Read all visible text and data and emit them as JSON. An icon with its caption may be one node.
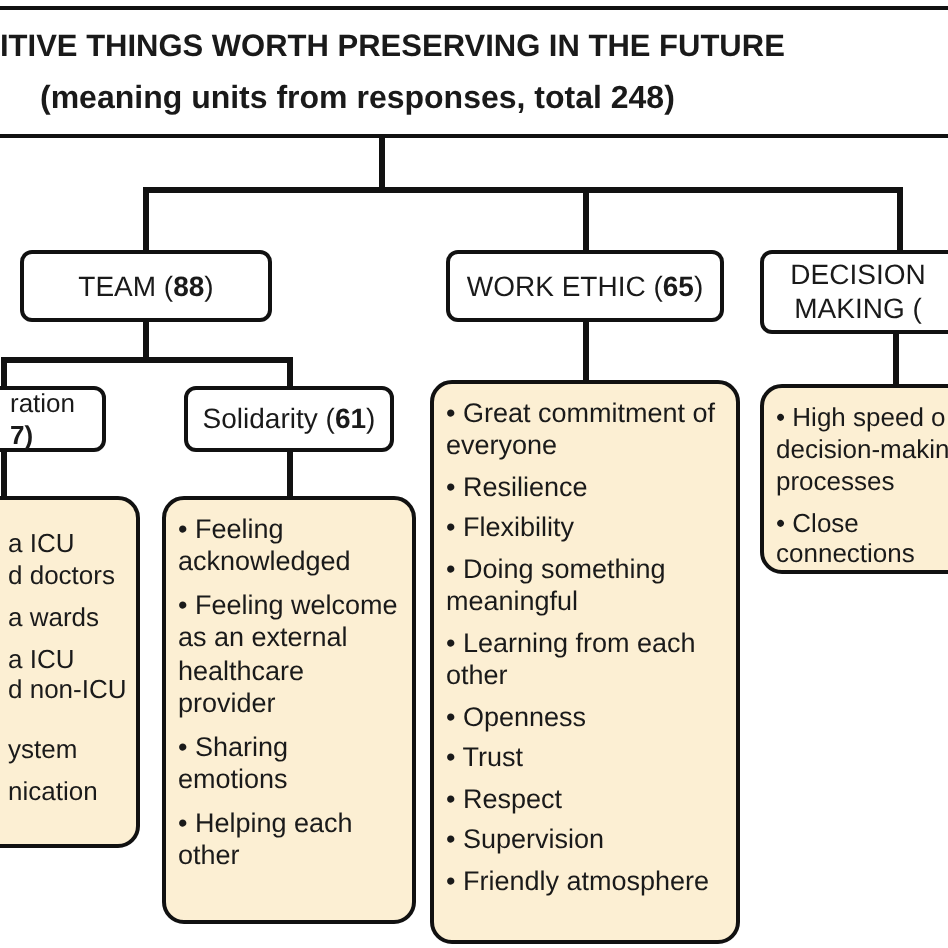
{
  "diagram": {
    "nodes": [
      {
        "text": [
          "ITIVE THINGS WORTH PRESERVING IN THE FUTURE",
          "(meaning units from responses, total 248)"
        ]
      },
      {
        "text": [
          "TEAM (**88**)"
        ]
      },
      {
        "text": [
          "WORK ETHIC (**65**)"
        ]
      },
      {
        "text": [
          "DECISION MAKING ("
        ]
      },
      {
        "text": [
          "ration **7)**"
        ]
      },
      {
        "text": [
          "Solidarity (**61**)"
        ]
      },
      {
        "text": [
          "a ICU",
          "d doctors",
          "a wards",
          "a ICU",
          "d non-ICU",
          "ystem",
          "nication"
        ]
      },
      {
        "text": [
          "• Feeling acknowledged",
          "• Feeling welcome as an external healthcare provider",
          "• Sharing emotions",
          "• Helping each other"
        ]
      },
      {
        "text": [
          "• Great commitment of everyone",
          "• Resilience",
          "• Flexibility",
          "• Doing something meaningful",
          "• Learning from each other",
          "• Openness",
          "• Trust",
          "• Respect",
          "• Supervision",
          "• Friendly atmosphere"
        ]
      },
      {
        "text": [
          "• High speed o decision-makin processes",
          "• Close connections"
        ]
      }
    ],
    "edges": [
      {
        "from": 0,
        "to": 1,
        "arrow": "none"
      },
      {
        "from": 0,
        "to": 2,
        "arrow": "none"
      },
      {
        "from": 0,
        "to": 3,
        "arrow": "none"
      },
      {
        "from": 1,
        "to": 4,
        "arrow": "none"
      },
      {
        "from": 1,
        "to": 5,
        "arrow": "none"
      },
      {
        "from": 4,
        "to": 6,
        "arrow": "none"
      },
      {
        "from": 5,
        "to": 7,
        "arrow": "none"
      },
      {
        "from": 2,
        "to": 8,
        "arrow": "none"
      },
      {
        "from": 3,
        "to": 9,
        "arrow": "none"
      }
    ]
  }
}
